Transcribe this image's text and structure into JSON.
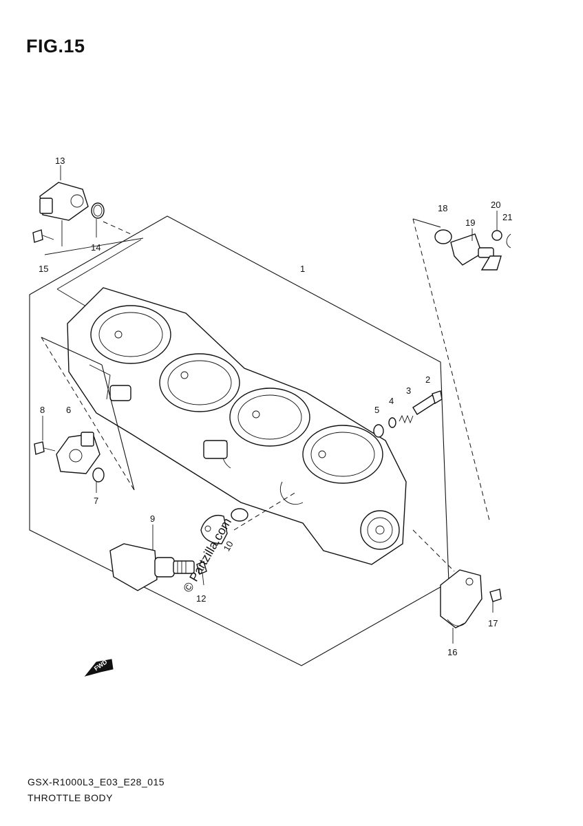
{
  "figure": {
    "title": "FIG.15"
  },
  "callouts": [
    "1",
    "2",
    "3",
    "4",
    "5",
    "6",
    "7",
    "8",
    "9",
    "10",
    "12",
    "13",
    "14",
    "15",
    "16",
    "17",
    "18",
    "19",
    "20",
    "21"
  ],
  "fwd_label": "FWD",
  "watermark": "© Partzilla.com",
  "footer": {
    "model_code": "GSX-R1000L3_E03_E28_015",
    "section_name": "THROTTLE BODY"
  }
}
